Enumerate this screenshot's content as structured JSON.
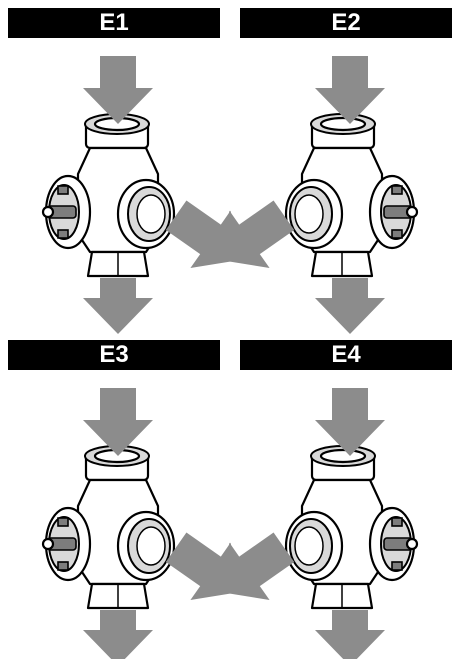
{
  "panels": [
    {
      "id": "p1",
      "label": "E1",
      "knob_side": "left",
      "arrows": {
        "top": "1",
        "bottom": "2",
        "side": "3"
      }
    },
    {
      "id": "p2",
      "label": "E2",
      "knob_side": "right",
      "arrows": {
        "top": "1",
        "bottom": "3",
        "side": "2"
      }
    },
    {
      "id": "p3",
      "label": "E3",
      "knob_side": "left",
      "arrows": {
        "top": "1",
        "bottom": "3",
        "side": "2"
      }
    },
    {
      "id": "p4",
      "label": "E4",
      "knob_side": "right",
      "arrows": {
        "top": "1",
        "bottom": "2",
        "side": "3"
      }
    }
  ],
  "colors": {
    "header_bg": "#000000",
    "header_text": "#ffffff",
    "arrow": "#8c8c8c"
  }
}
